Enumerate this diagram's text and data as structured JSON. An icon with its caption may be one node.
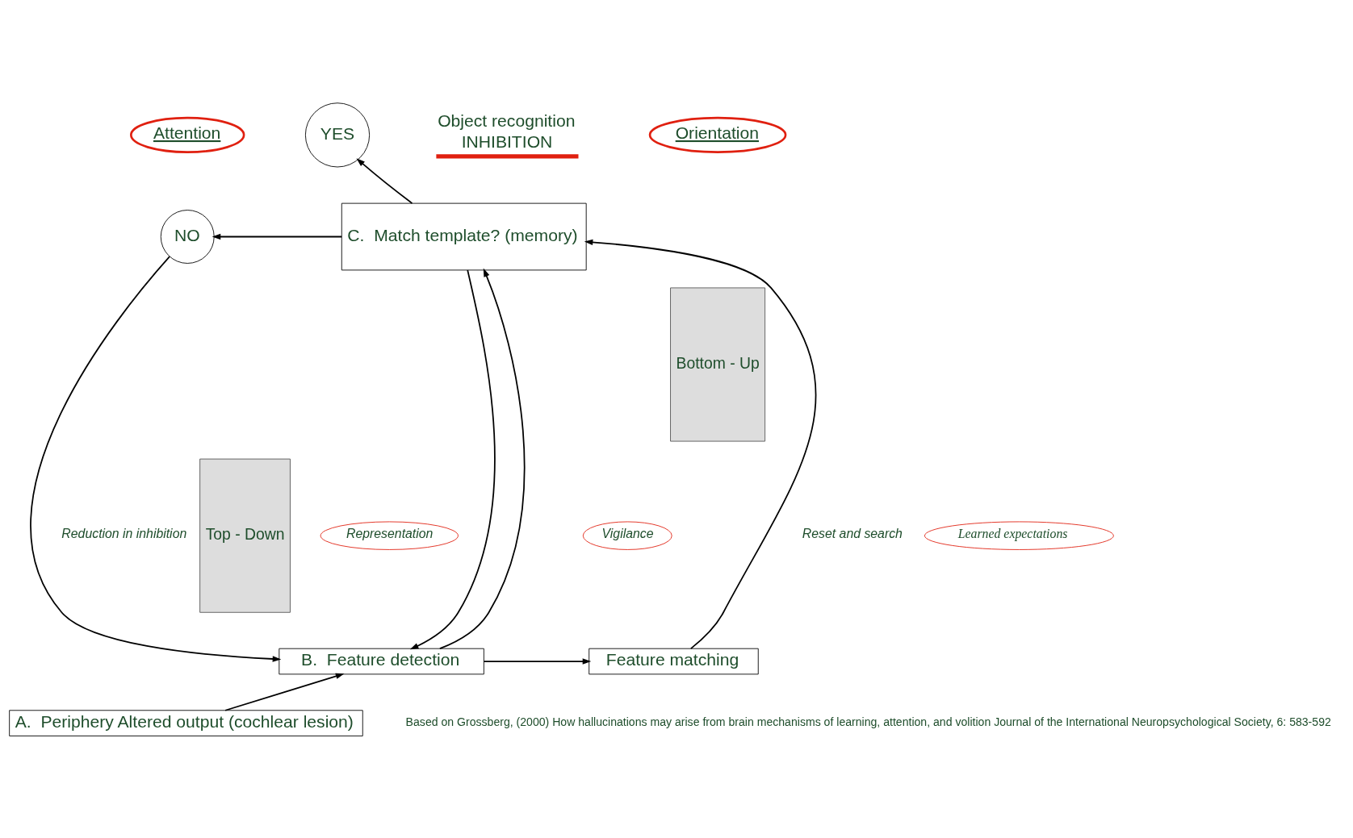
{
  "diagram": {
    "nodes": [
      {
        "text": [
          "Attention"
        ]
      },
      {
        "text": [
          "YES"
        ],
        "beside": [
          "Object recognition",
          "INHIBITION"
        ]
      },
      {
        "text": [
          "Orientation"
        ]
      },
      {
        "text": [
          "NO"
        ]
      },
      {
        "text": [
          "C.  Match template? (memory)"
        ]
      },
      {
        "text": [
          "Top - Down"
        ]
      },
      {
        "text": [
          "Bottom - Up"
        ]
      },
      {
        "text": [
          "Learned expectations"
        ]
      },
      {
        "text": [
          "Representation"
        ]
      },
      {
        "text": [
          "Vigilance"
        ]
      },
      {
        "text": [
          "B.  Feature detection"
        ]
      },
      {
        "text": [
          "Feature matching"
        ]
      },
      {
        "text": [
          "A.  Periphery Altered output (cochlear lesion)"
        ]
      }
    ],
    "edges": [
      {
        "from": 4,
        "to": 1,
        "arrow": "to"
      },
      {
        "from": 4,
        "to": 3,
        "arrow": "to"
      },
      {
        "from": 3,
        "to": 10,
        "arrow": "to",
        "label": "Reduction in inhibition"
      },
      {
        "from": 4,
        "to": 10,
        "arrow": "to"
      },
      {
        "from": 10,
        "to": 4,
        "arrow": "to"
      },
      {
        "from": 10,
        "to": 11,
        "arrow": "to"
      },
      {
        "from": 11,
        "to": 4,
        "arrow": "to",
        "label": "Reset and search"
      },
      {
        "from": 12,
        "to": 10,
        "arrow": "to"
      }
    ],
    "labels": [
      "Based on Grossberg, (2000) How hallucinations may arise from brain mechanisms of learning, attention, and volition Journal of the International Neuropsychological Society, 6: 583-592"
    ]
  }
}
